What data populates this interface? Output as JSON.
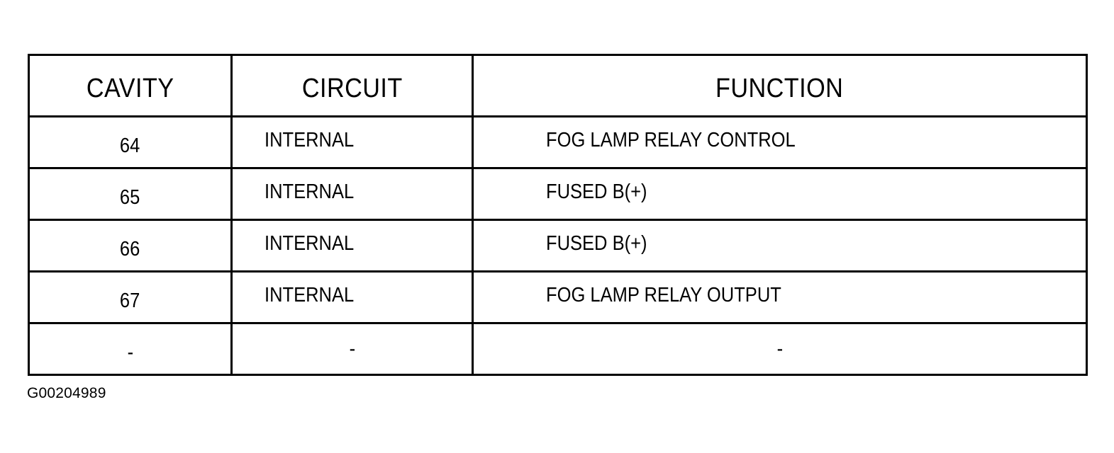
{
  "table": {
    "headers": {
      "cavity": "CAVITY",
      "circuit": "CIRCUIT",
      "function": "FUNCTION"
    },
    "rows": [
      {
        "cavity": "64",
        "circuit": "INTERNAL",
        "function": "FOG LAMP RELAY CONTROL"
      },
      {
        "cavity": "65",
        "circuit": "INTERNAL",
        "function": "FUSED B(+)"
      },
      {
        "cavity": "66",
        "circuit": "INTERNAL",
        "function": "FUSED B(+)"
      },
      {
        "cavity": "67",
        "circuit": "INTERNAL",
        "function": "FOG LAMP RELAY OUTPUT"
      },
      {
        "cavity": "-",
        "circuit": "-",
        "function": "-"
      }
    ]
  },
  "figure_id": "G00204989"
}
